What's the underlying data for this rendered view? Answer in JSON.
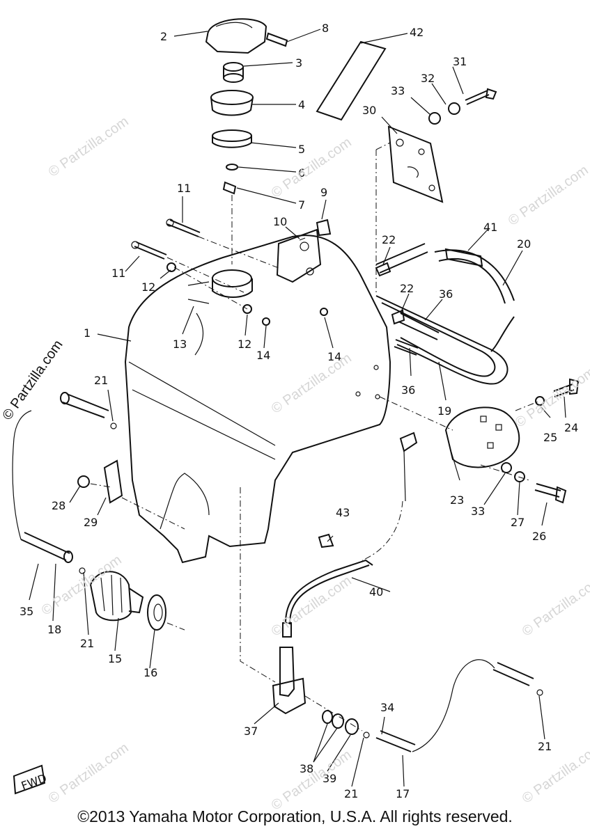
{
  "copyright": "©2013 Yamaha Motor Corporation, U.S.A. All rights reserved.",
  "watermark": "© Partzilla.com",
  "fwd_label": "FWD",
  "callouts": [
    "1",
    "2",
    "3",
    "4",
    "5",
    "6",
    "7",
    "8",
    "9",
    "10",
    "11",
    "11",
    "12",
    "12",
    "13",
    "14",
    "14",
    "15",
    "16",
    "17",
    "18",
    "19",
    "20",
    "21",
    "21",
    "21",
    "21",
    "22",
    "22",
    "23",
    "24",
    "25",
    "26",
    "27",
    "28",
    "29",
    "30",
    "31",
    "32",
    "33",
    "33",
    "34",
    "35",
    "36",
    "36",
    "37",
    "38",
    "39",
    "40",
    "41",
    "42",
    "43"
  ]
}
